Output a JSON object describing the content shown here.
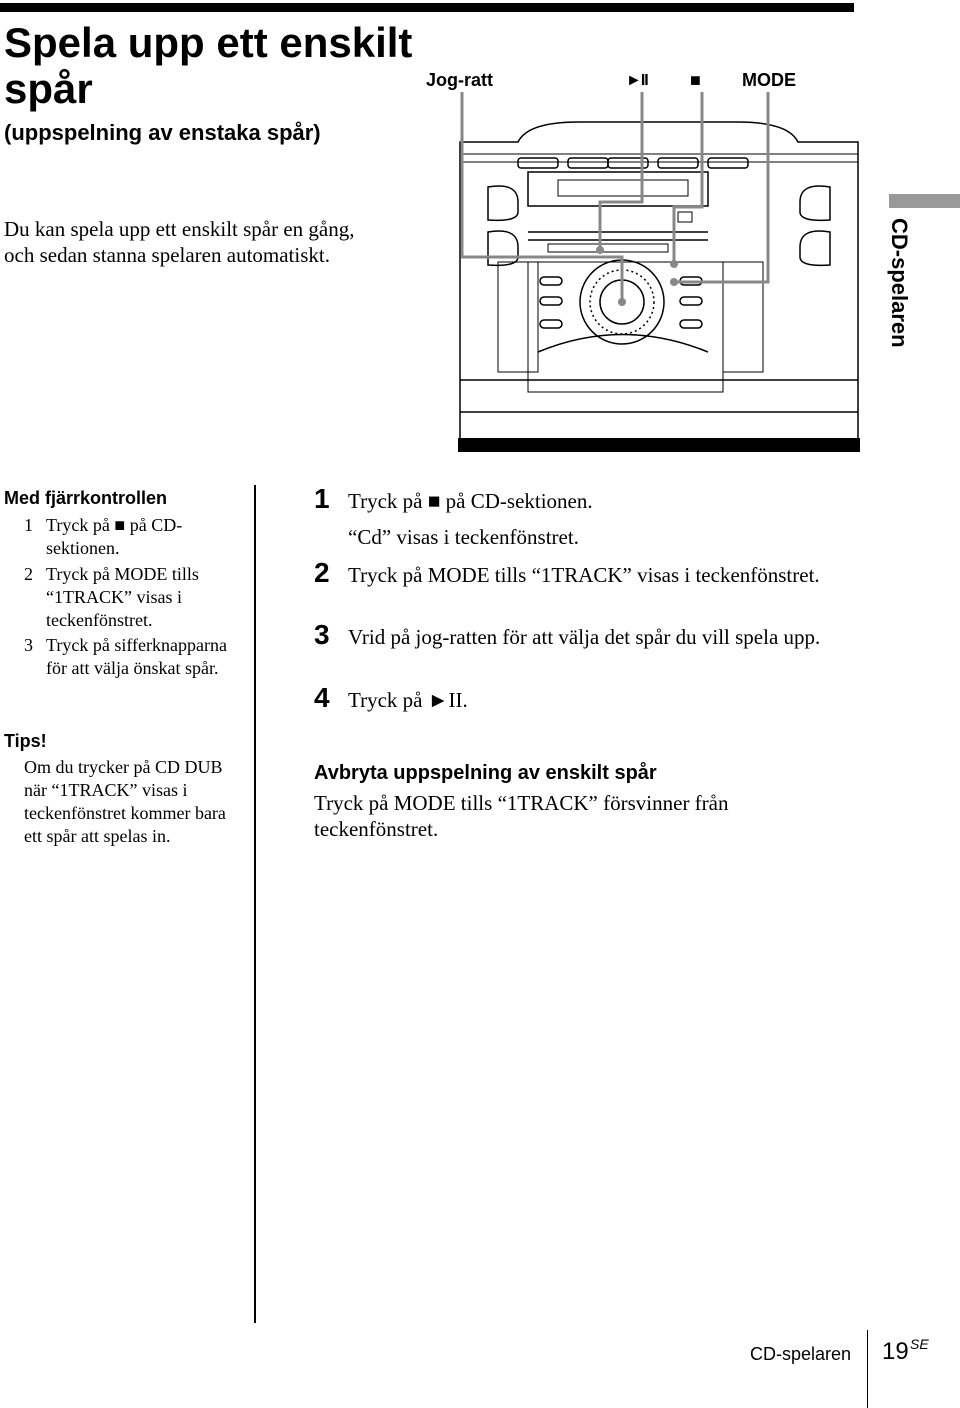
{
  "page": {
    "title": "Spela upp ett enskilt spår",
    "subtitle": "(uppspelning av enstaka spår)",
    "intro": "Du kan spela upp ett enskilt spår en gång, och sedan stanna spelaren automatiskt.",
    "side_tab": "CD-spelaren"
  },
  "callouts": {
    "jog": "Jog-ratt",
    "play_pause": "►II",
    "stop": "■",
    "mode": "MODE"
  },
  "remote": {
    "heading": "Med fjärrkontrollen",
    "steps": [
      {
        "num": "1",
        "text": "Tryck på ■ på CD-sektionen."
      },
      {
        "num": "2",
        "text": "Tryck på MODE tills “1TRACK” visas i teckenfönstret."
      },
      {
        "num": "3",
        "text": "Tryck på sifferknapparna för att välja önskat spår."
      }
    ]
  },
  "tips": {
    "heading": "Tips!",
    "text": "Om du trycker på CD DUB när “1TRACK” visas i teckenfönstret kommer bara ett spår att spelas in."
  },
  "steps": [
    {
      "num": "1",
      "text": "Tryck på ■ på CD-sektionen.",
      "note": "“Cd” visas i teckenfönstret."
    },
    {
      "num": "2",
      "text": "Tryck på MODE tills “1TRACK” visas i teckenfönstret."
    },
    {
      "num": "3",
      "text": "Vrid på jog-ratten för att välja det spår du vill spela upp."
    },
    {
      "num": "4",
      "text": "Tryck på ►II."
    }
  ],
  "cancel": {
    "heading": "Avbryta uppspelning av enskilt spår",
    "text": "Tryck på MODE tills “1TRACK” försvinner från teckenfönstret."
  },
  "footer": {
    "label": "CD-spelaren",
    "page_number": "19",
    "page_suffix": "SE"
  }
}
